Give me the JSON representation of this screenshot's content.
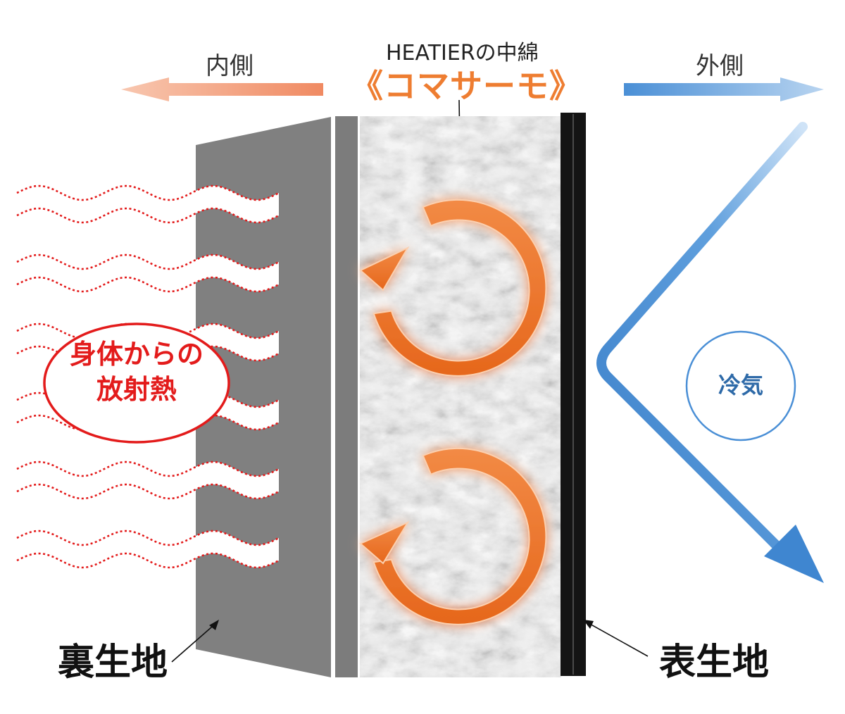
{
  "header": {
    "product_label": "HEATIERの中綿",
    "material_name": "《コマサーモ》"
  },
  "directions": {
    "inside": "内側",
    "outside": "外側"
  },
  "heat": {
    "label": "身体からの放射熱",
    "line1": "身体からの",
    "line2": "放射熱"
  },
  "cold": {
    "label": "冷気"
  },
  "layers": {
    "lining": "裏生地",
    "shell": "表生地"
  },
  "colors": {
    "heat_red": "#e31b1b",
    "accent_orange": "#ee7d31",
    "inner_arrow": "#f4a584",
    "cold_blue": "#3f86d0",
    "lining_gray": "#808080"
  }
}
